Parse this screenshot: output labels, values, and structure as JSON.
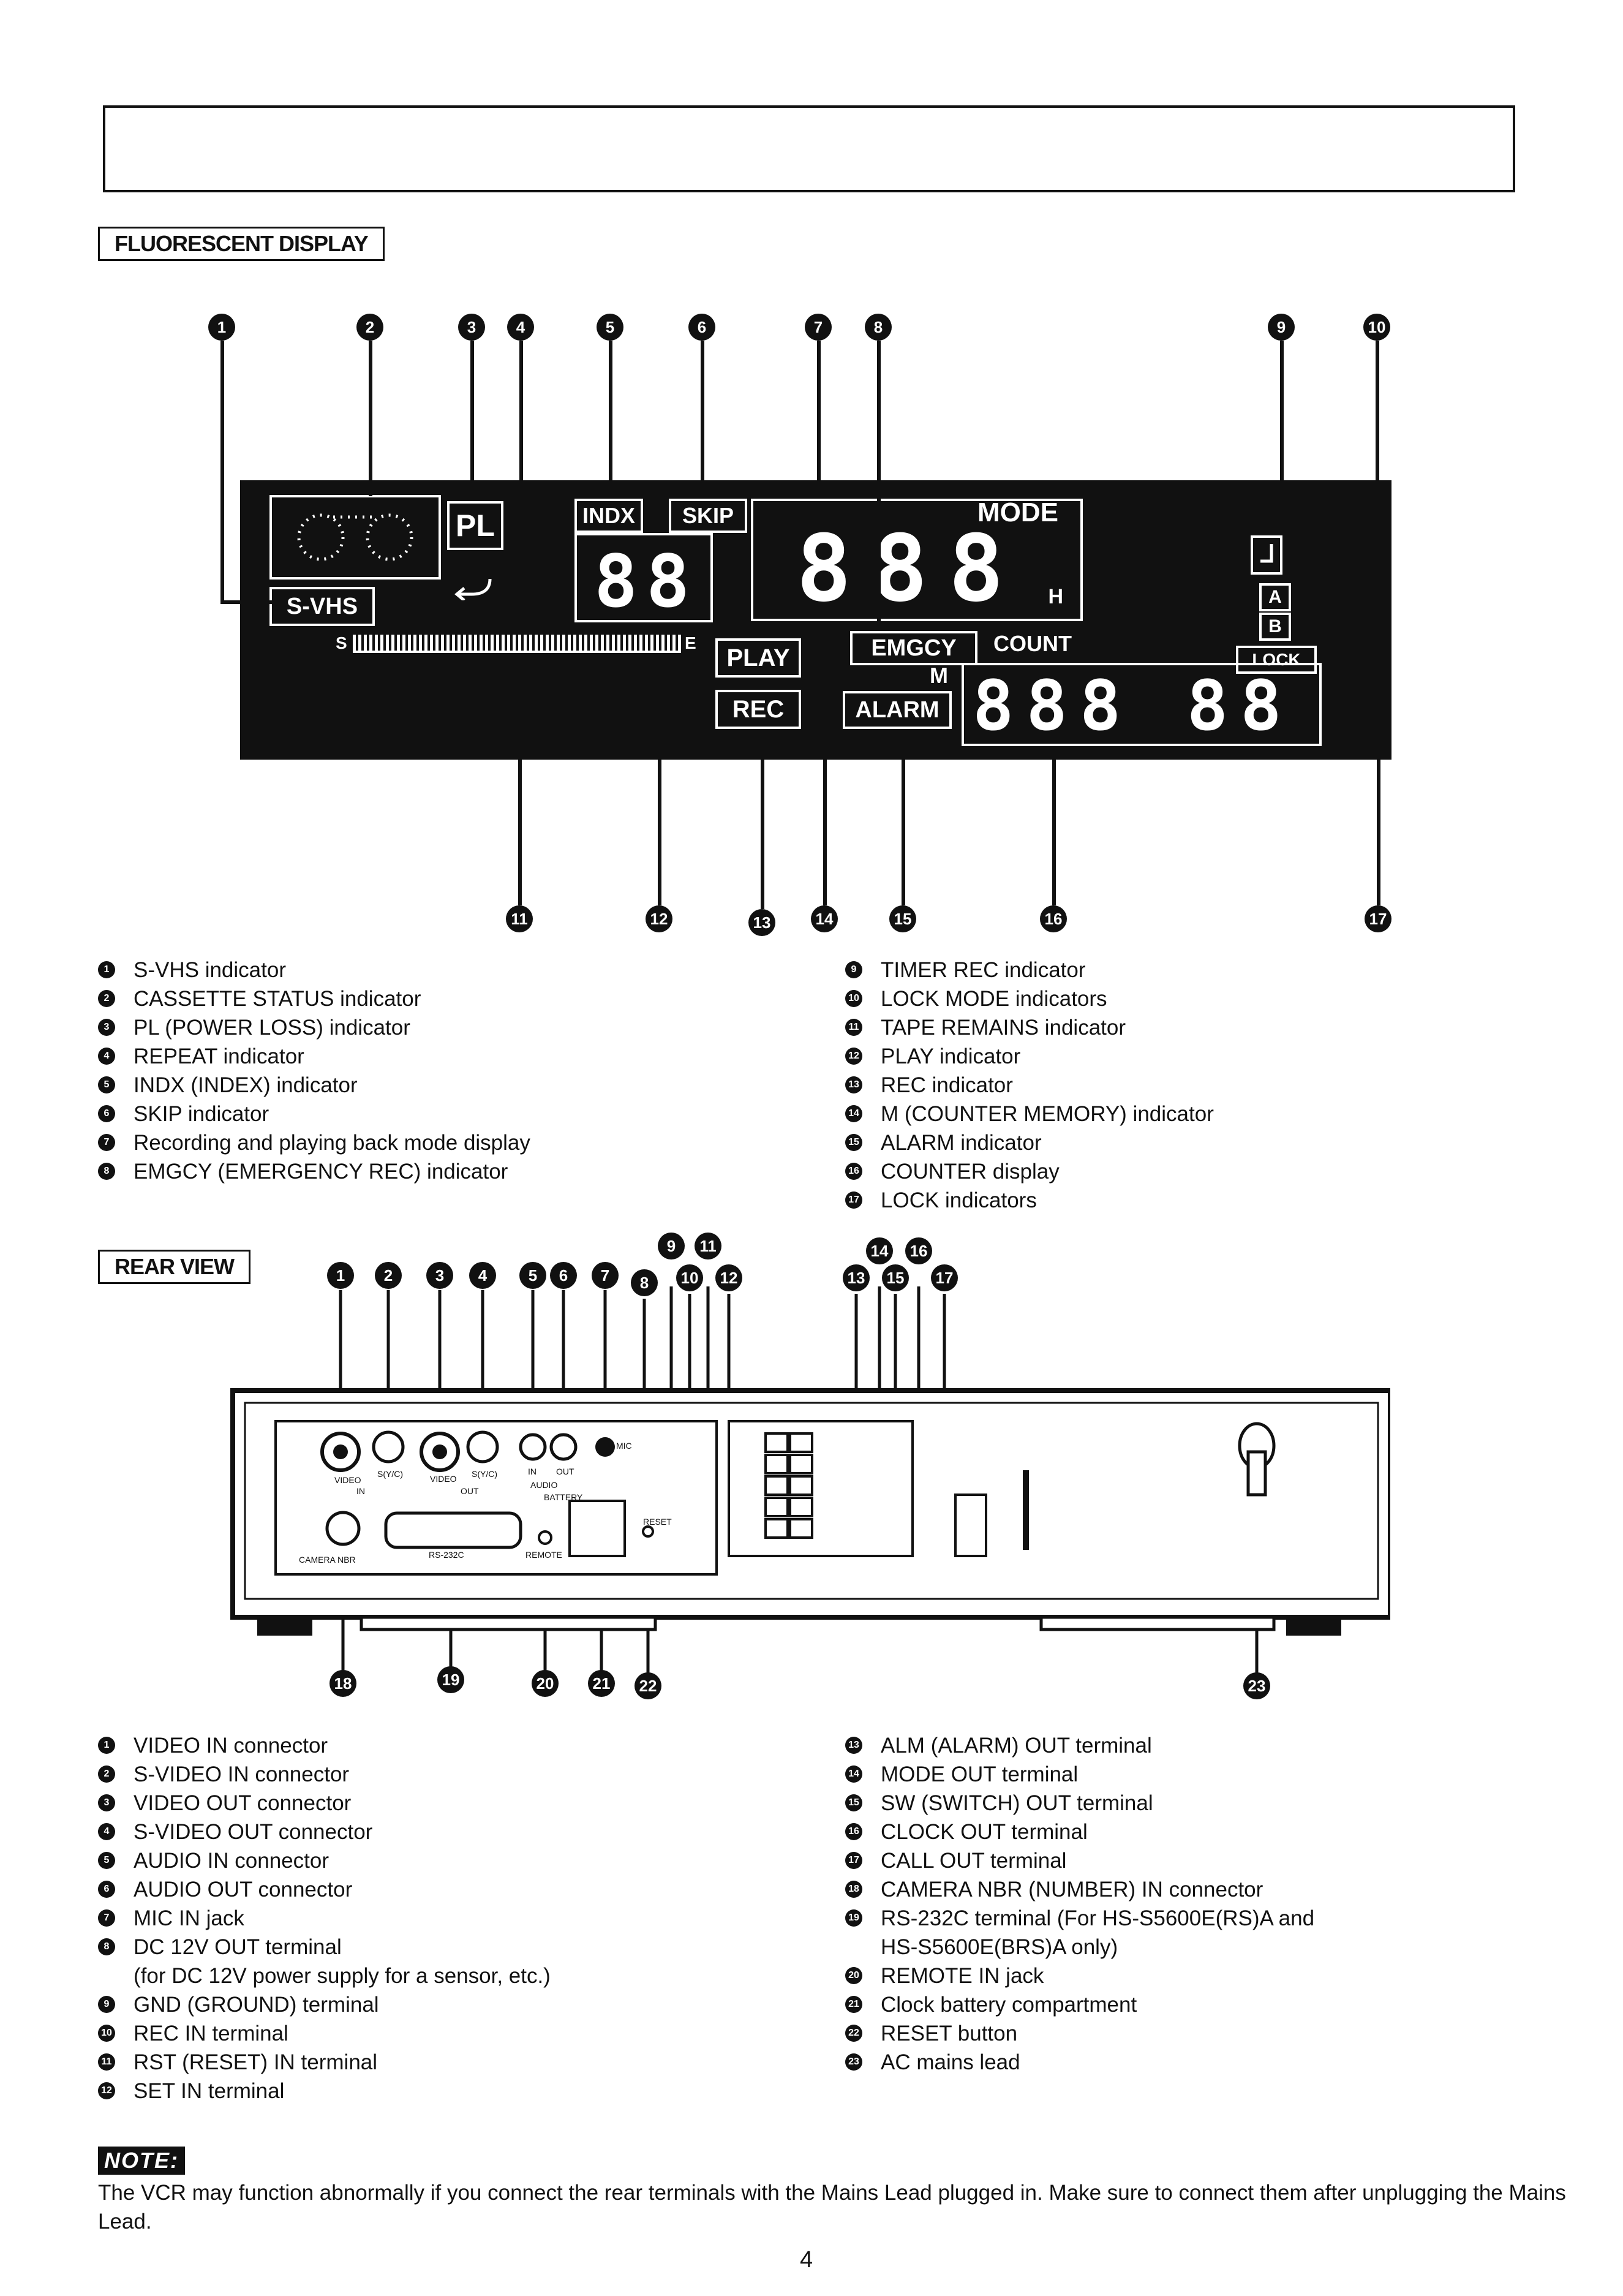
{
  "header_box_text": "",
  "fluorescent": {
    "section_label": "FLUORESCENT DISPLAY",
    "display_labels": {
      "svhs": "S-VHS",
      "pl": "PL",
      "indx": "INDX",
      "skip": "SKIP",
      "mode": "MODE",
      "play": "PLAY",
      "rec": "REC",
      "emgcy": "EMGCY",
      "count": "COUNT",
      "alarm": "ALARM",
      "lock": "LOCK",
      "a": "A",
      "b": "B",
      "m": "M",
      "s": "S",
      "e": "E",
      "h": "H"
    },
    "legend_left": [
      {
        "n": "1",
        "text": "S-VHS indicator"
      },
      {
        "n": "2",
        "text": "CASSETTE STATUS indicator"
      },
      {
        "n": "3",
        "text": "PL (POWER LOSS) indicator"
      },
      {
        "n": "4",
        "text": "REPEAT indicator"
      },
      {
        "n": "5",
        "text": "INDX (INDEX) indicator"
      },
      {
        "n": "6",
        "text": "SKIP indicator"
      },
      {
        "n": "7",
        "text": "Recording and playing back  mode display"
      },
      {
        "n": "8",
        "text": "EMGCY (EMERGENCY REC) indicator"
      }
    ],
    "legend_right": [
      {
        "n": "9",
        "text": "TIMER REC indicator"
      },
      {
        "n": "10",
        "text": "LOCK MODE indicators"
      },
      {
        "n": "11",
        "text": "TAPE REMAINS indicator"
      },
      {
        "n": "12",
        "text": "PLAY indicator"
      },
      {
        "n": "13",
        "text": "REC indicator"
      },
      {
        "n": "14",
        "text": "M (COUNTER MEMORY) indicator"
      },
      {
        "n": "15",
        "text": "ALARM indicator"
      },
      {
        "n": "16",
        "text": "COUNTER display"
      },
      {
        "n": "17",
        "text": "LOCK indicators"
      }
    ]
  },
  "rear": {
    "section_label": "REAR VIEW",
    "legend_left": [
      {
        "n": "1",
        "text": "VIDEO IN connector"
      },
      {
        "n": "2",
        "text": "S-VIDEO IN connector"
      },
      {
        "n": "3",
        "text": "VIDEO OUT connector"
      },
      {
        "n": "4",
        "text": "S-VIDEO OUT connector"
      },
      {
        "n": "5",
        "text": "AUDIO IN connector"
      },
      {
        "n": "6",
        "text": "AUDIO OUT connector"
      },
      {
        "n": "7",
        "text": "MIC IN jack"
      },
      {
        "n": "8",
        "text": "DC 12V OUT terminal"
      },
      {
        "n": "",
        "text": "(for DC 12V power supply for a sensor, etc.)"
      },
      {
        "n": "9",
        "text": "GND (GROUND) terminal"
      },
      {
        "n": "10",
        "text": "REC IN terminal"
      },
      {
        "n": "11",
        "text": "RST (RESET) IN terminal"
      },
      {
        "n": "12",
        "text": "SET IN terminal"
      }
    ],
    "legend_right": [
      {
        "n": "13",
        "text": "ALM (ALARM) OUT terminal"
      },
      {
        "n": "14",
        "text": "MODE OUT terminal"
      },
      {
        "n": "15",
        "text": "SW (SWITCH) OUT terminal"
      },
      {
        "n": "16",
        "text": "CLOCK OUT terminal"
      },
      {
        "n": "17",
        "text": "CALL OUT terminal"
      },
      {
        "n": "18",
        "text": "CAMERA NBR (NUMBER) IN connector"
      },
      {
        "n": "19",
        "text": "RS-232C terminal (For HS-S5600E(RS)A and"
      },
      {
        "n": "",
        "text": "HS-S5600E(BRS)A only)"
      },
      {
        "n": "20",
        "text": "REMOTE IN jack"
      },
      {
        "n": "21",
        "text": "Clock battery compartment"
      },
      {
        "n": "22",
        "text": "RESET button"
      },
      {
        "n": "23",
        "text": "AC mains lead"
      }
    ],
    "panel_labels": {
      "video": "VIDEO",
      "svideo": "S(Y/C)",
      "in": "IN",
      "out": "OUT",
      "audio": "AUDIO",
      "mic": "MIC",
      "rs232c": "RS-232C",
      "remote": "REMOTE",
      "reset": "RESET",
      "camera_nbr": "CAMERA NBR",
      "battery": "BATTERY"
    }
  },
  "note": {
    "badge": "NOTE:",
    "text": "The VCR may function abnormally if you connect the rear terminals with the Mains Lead plugged in.  Make sure to connect them after unplugging the Mains Lead."
  },
  "page_number": "4"
}
